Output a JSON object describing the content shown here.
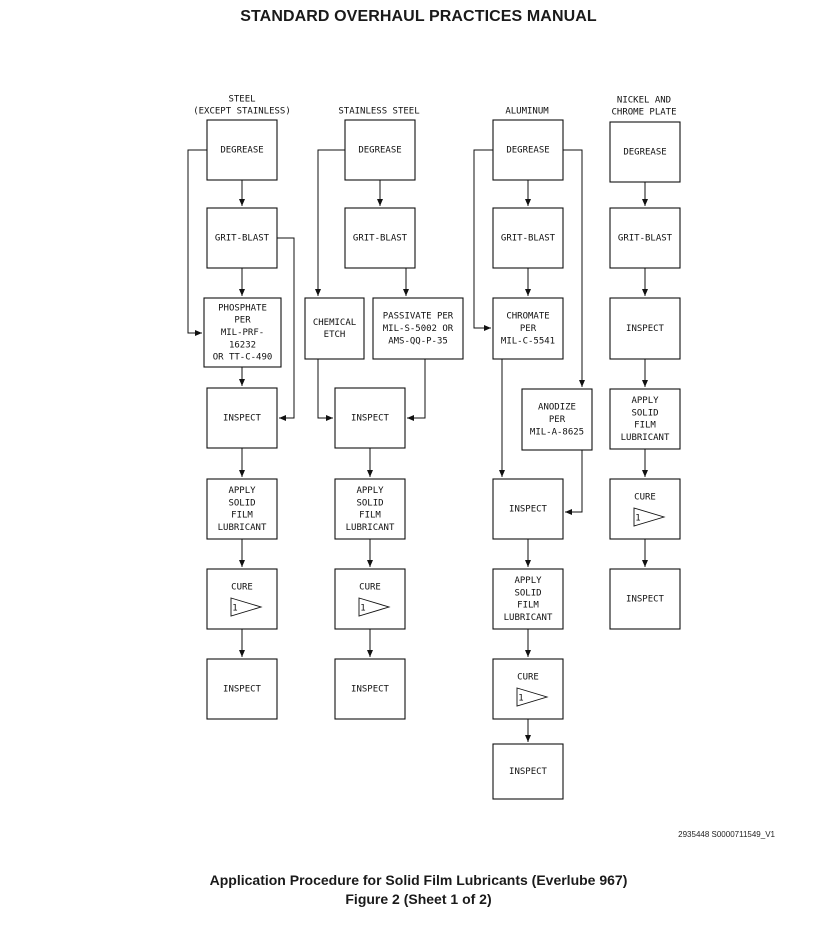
{
  "header": {
    "title": "STANDARD OVERHAUL PRACTICES MANUAL"
  },
  "columns": {
    "steel": {
      "heading": [
        "STEEL",
        "(EXCEPT STAINLESS)"
      ],
      "degrease": [
        "DEGREASE"
      ],
      "gritblast": [
        "GRIT-BLAST"
      ],
      "phosphate": [
        "PHOSPHATE",
        "PER",
        "MIL-PRF-",
        "16232",
        "OR  TT-C-490"
      ],
      "inspect1": [
        "INSPECT"
      ],
      "apply": [
        "APPLY",
        "SOLID",
        "FILM",
        "LUBRICANT"
      ],
      "cure": [
        "CURE"
      ],
      "cure_flag": "1",
      "inspect2": [
        "INSPECT"
      ]
    },
    "stainless": {
      "heading": [
        "STAINLESS STEEL"
      ],
      "degrease": [
        "DEGREASE"
      ],
      "gritblast": [
        "GRIT-BLAST"
      ],
      "chemetch": [
        "CHEMICAL",
        "ETCH"
      ],
      "passivate": [
        "PASSIVATE PER",
        "MIL-S-5002 OR",
        "AMS-QQ-P-35"
      ],
      "inspect1": [
        "INSPECT"
      ],
      "apply": [
        "APPLY",
        "SOLID",
        "FILM",
        "LUBRICANT"
      ],
      "cure": [
        "CURE"
      ],
      "cure_flag": "1",
      "inspect2": [
        "INSPECT"
      ]
    },
    "aluminum": {
      "heading": [
        "ALUMINUM"
      ],
      "degrease": [
        "DEGREASE"
      ],
      "gritblast": [
        "GRIT-BLAST"
      ],
      "chromate": [
        "CHROMATE",
        "PER",
        "MIL-C-5541"
      ],
      "anodize": [
        "ANODIZE",
        "PER",
        "MIL-A-8625"
      ],
      "inspect1": [
        "INSPECT"
      ],
      "apply": [
        "APPLY",
        "SOLID",
        "FILM",
        "LUBRICANT"
      ],
      "cure": [
        "CURE"
      ],
      "cure_flag": "1",
      "inspect2": [
        "INSPECT"
      ]
    },
    "nickel": {
      "heading": [
        "NICKEL AND",
        "CHROME PLATE"
      ],
      "degrease": [
        "DEGREASE"
      ],
      "gritblast": [
        "GRIT-BLAST"
      ],
      "inspect1": [
        "INSPECT"
      ],
      "apply": [
        "APPLY",
        "SOLID",
        "FILM",
        "LUBRICANT"
      ],
      "cure": [
        "CURE"
      ],
      "cure_flag": "1",
      "inspect2": [
        "INSPECT"
      ]
    }
  },
  "drawing_id": "2935448 S0000711549_V1",
  "caption": {
    "line1": "Application Procedure for Solid Film Lubricants (Everlube 967)",
    "line2": "Figure 2  (Sheet 1 of 2)"
  }
}
